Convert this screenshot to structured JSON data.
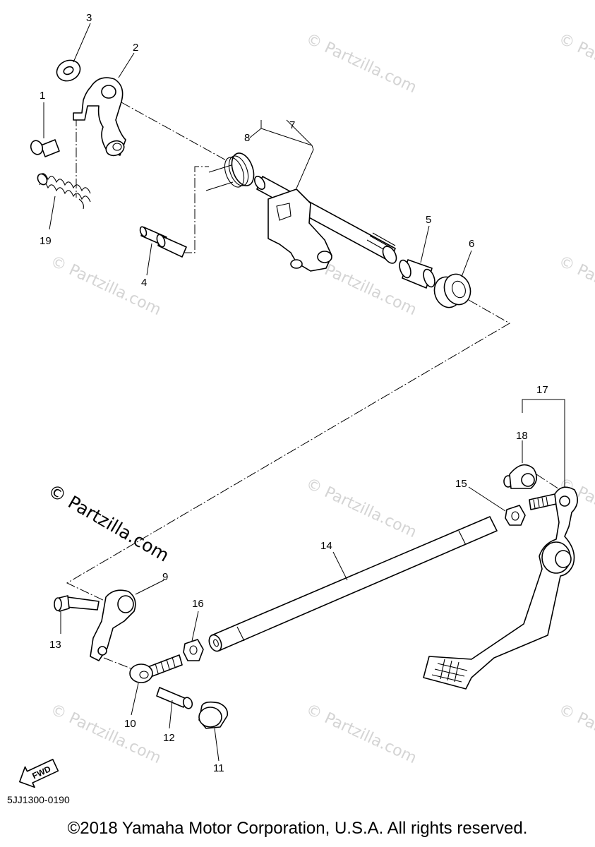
{
  "diagram": {
    "callouts": [
      "1",
      "2",
      "3",
      "4",
      "5",
      "6",
      "7",
      "8",
      "9",
      "10",
      "11",
      "12",
      "13",
      "14",
      "15",
      "16",
      "17",
      "18",
      "19"
    ],
    "watermark_small": "© Partzilla.com",
    "watermark_large": "© Partzilla.com",
    "direction_label": "FWD",
    "catalog_code": "5JJ1300-0190",
    "copyright": "©2018 Yamaha Motor Corporation, U.S.A. All rights reserved."
  }
}
